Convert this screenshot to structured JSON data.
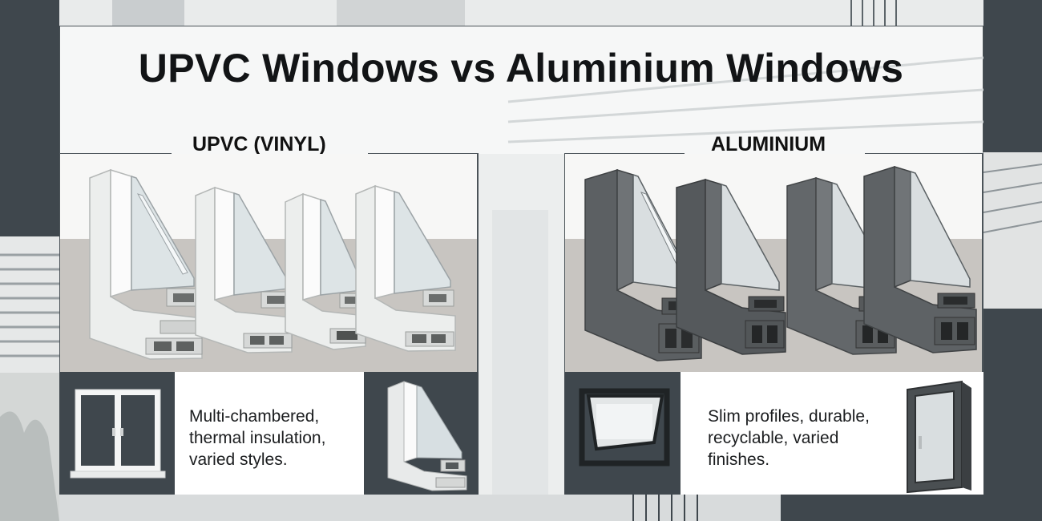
{
  "title": "UPVC Windows vs Aluminium Windows",
  "sections": {
    "upvc": {
      "heading": "UPVC (VINYL)",
      "description_lines": [
        "Multi-chambered,",
        "thermal insulation,",
        "varied styles."
      ]
    },
    "aluminium": {
      "heading": "ALUMINIUM",
      "description_lines": [
        "Slim profiles, durable,",
        "recyclable, varied",
        "finishes."
      ]
    }
  },
  "colors": {
    "dark_slate": "#3f474d",
    "upvc_profile": "#f0f1f0",
    "aluminium_profile": "#5c6063",
    "shelf_grey": "#c8c5c1"
  },
  "icons": {
    "upvc_thumb_left": "double-casement-window-icon",
    "upvc_thumb_right": "upvc-profile-cutaway-icon",
    "alu_thumb_left": "awning-window-icon",
    "alu_thumb_right": "tilt-turn-window-icon"
  }
}
